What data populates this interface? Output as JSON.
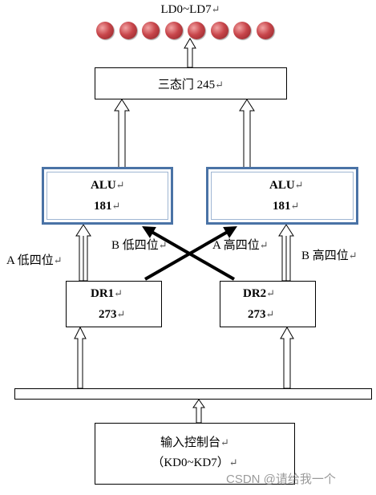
{
  "led_label": "LD0~LD7",
  "led_count": 8,
  "led_color": "#c8464b",
  "tristate_label": "三态门 245",
  "alu_left": {
    "name": "ALU",
    "num": "181"
  },
  "alu_right": {
    "name": "ALU",
    "num": "181"
  },
  "dr1": {
    "name": "DR1",
    "num": "273"
  },
  "dr2": {
    "name": "DR2",
    "num": "273"
  },
  "edge_labels": {
    "a_low": "A 低四位",
    "b_low": "B 低四位",
    "a_high": "A 高四位",
    "b_high": "B 高四位"
  },
  "console": {
    "line1": "输入控制台",
    "line2": "（KD0~KD7）"
  },
  "paragraph_mark": "↵",
  "watermark": "CSDN @请给我一个",
  "colors": {
    "alu_border": "#4a73a6"
  }
}
